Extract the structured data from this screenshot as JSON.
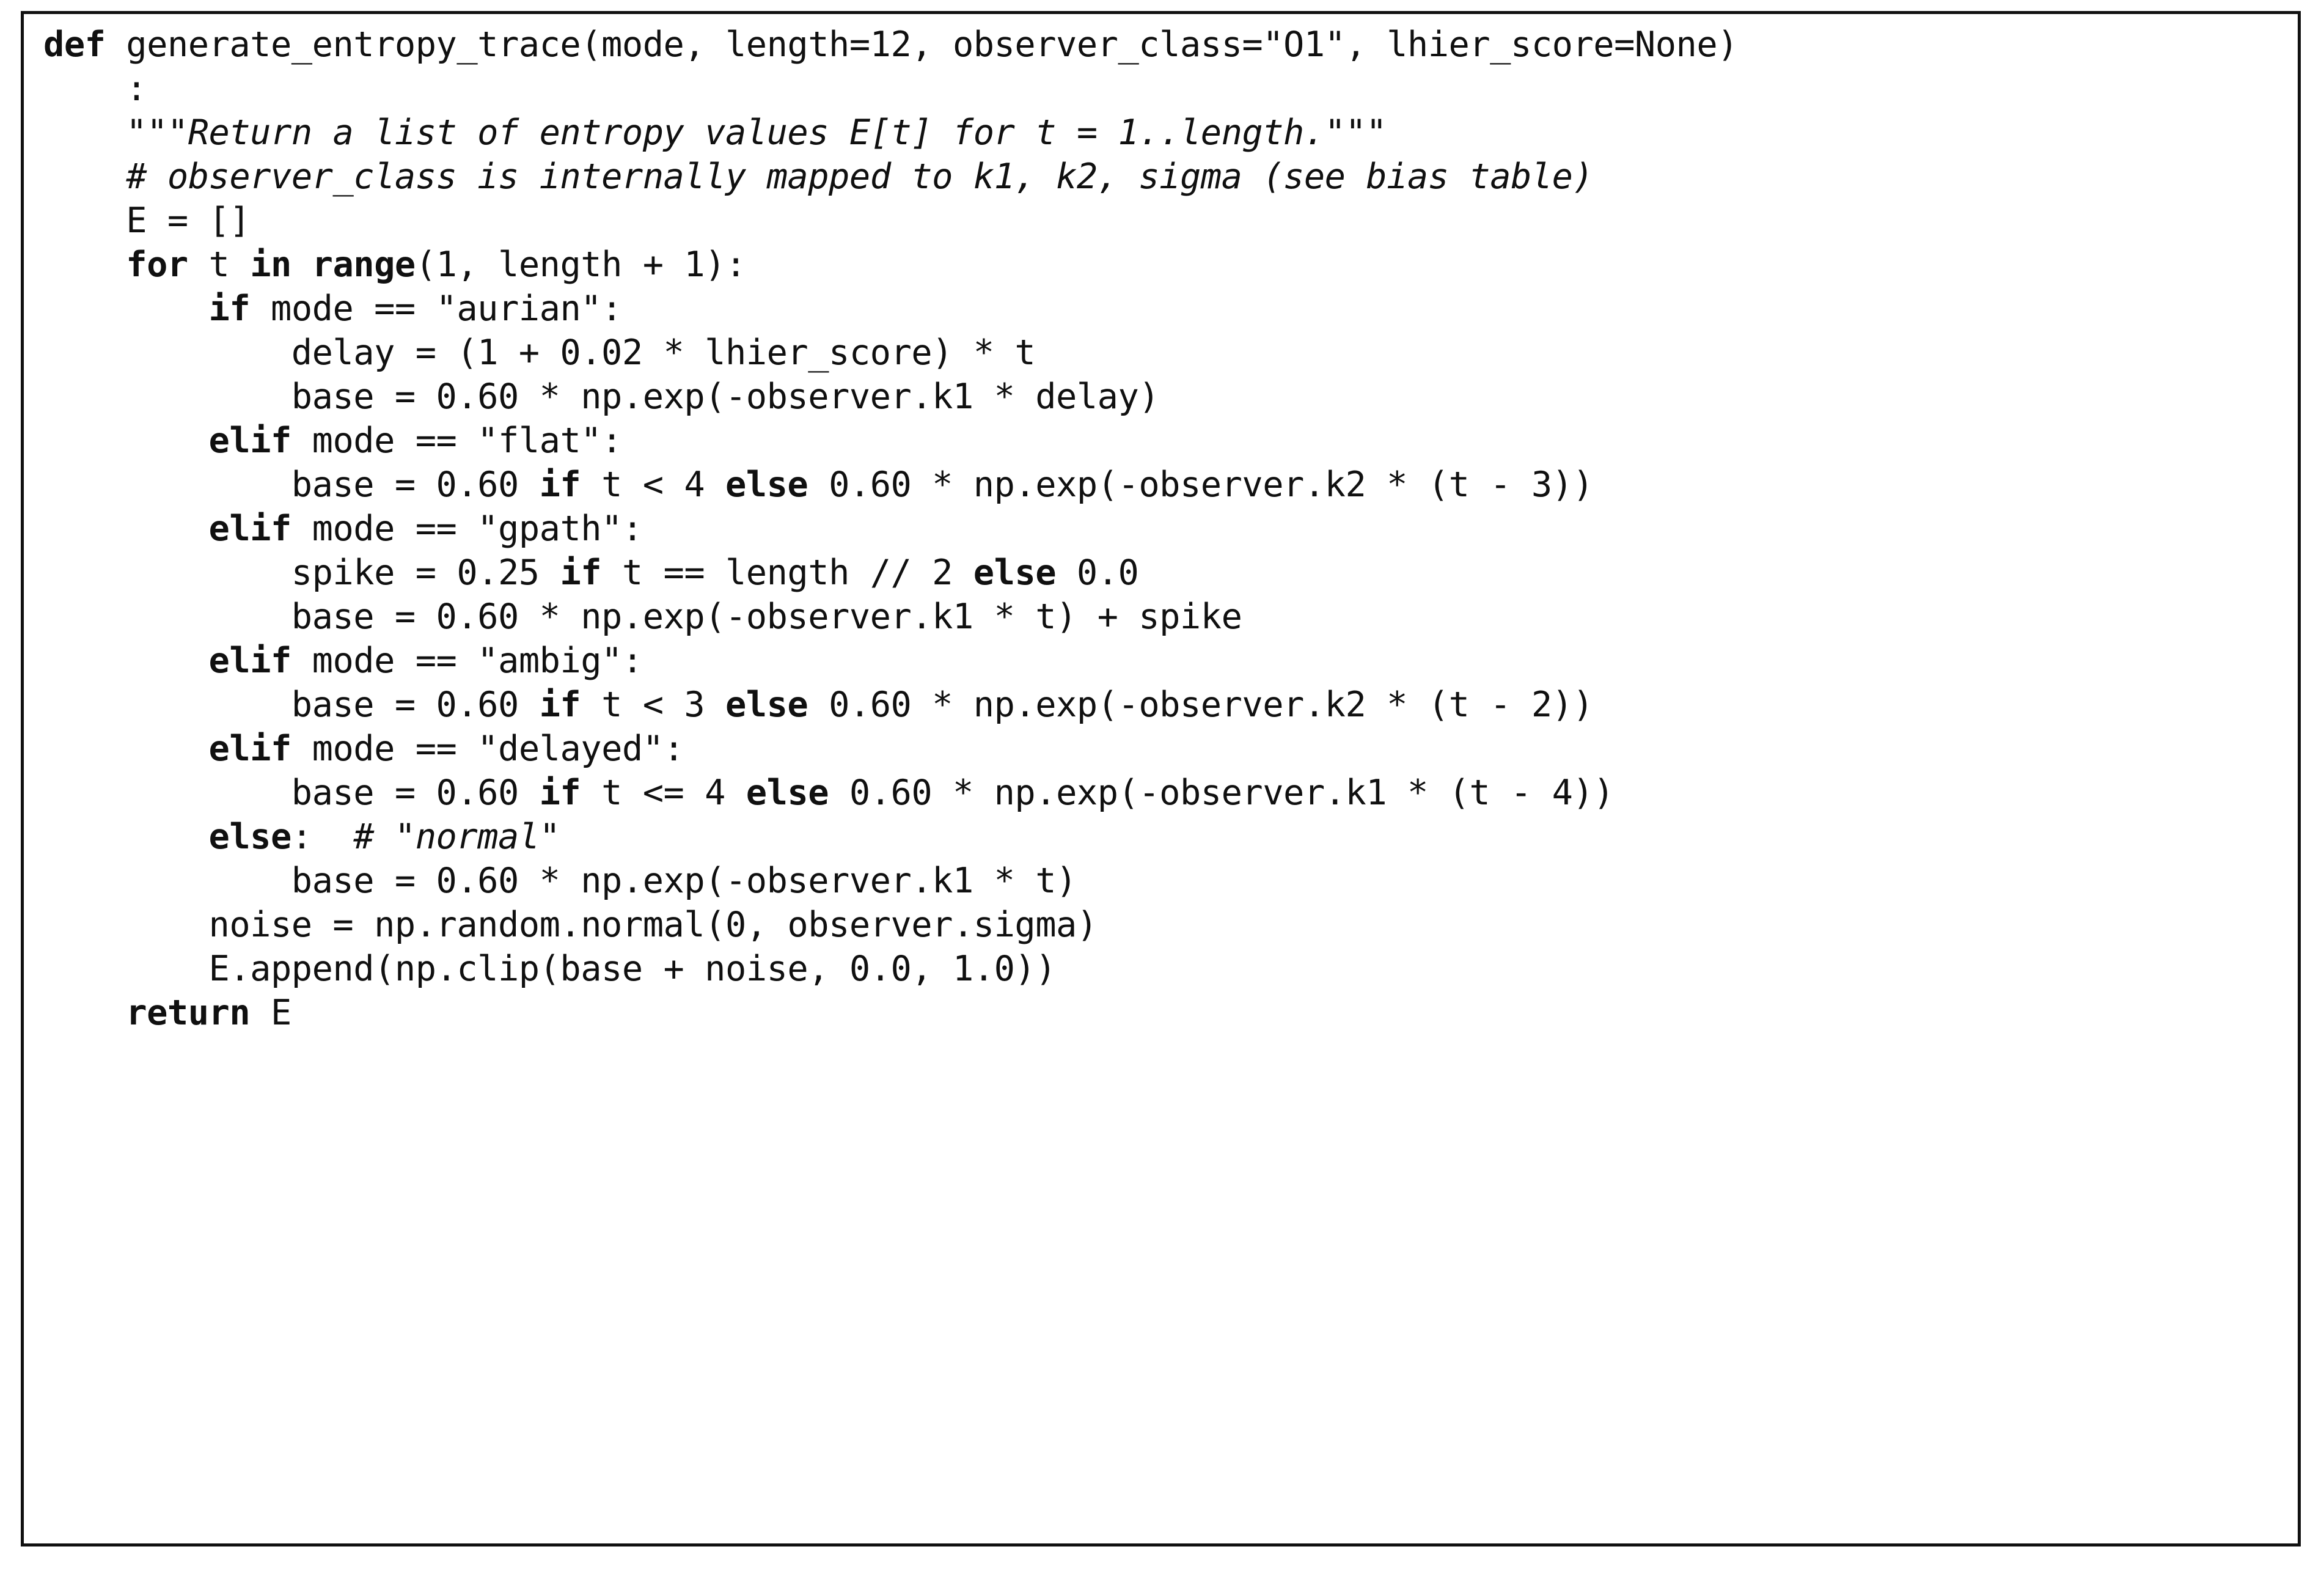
{
  "listing": {
    "language": "python",
    "function_name": "generate_entropy_trace",
    "border_color": "#111111",
    "background_color": "#ffffff",
    "text_color": "#101010",
    "lines": [
      {
        "n": 1,
        "tokens": [
          {
            "t": "def",
            "s": "kw"
          },
          {
            "t": " generate_entropy_trace(mode, length=12, observer_class=\"O1\", lhier_score=None)",
            "s": "pl"
          }
        ]
      },
      {
        "n": 2,
        "tokens": [
          {
            "t": "    :",
            "s": "pl"
          }
        ]
      },
      {
        "n": 3,
        "tokens": [
          {
            "t": "    ",
            "s": "pl"
          },
          {
            "t": "\"\"\"Return a list of entropy values E[t] for t = 1..length.\"\"\"",
            "s": "st"
          }
        ]
      },
      {
        "n": 4,
        "tokens": [
          {
            "t": "    ",
            "s": "pl"
          },
          {
            "t": "# observer_class is internally mapped to k1, k2, sigma (see bias table)",
            "s": "cm"
          }
        ]
      },
      {
        "n": 5,
        "tokens": [
          {
            "t": "    E = []",
            "s": "pl"
          }
        ]
      },
      {
        "n": 6,
        "tokens": [
          {
            "t": "    ",
            "s": "pl"
          },
          {
            "t": "for",
            "s": "kw"
          },
          {
            "t": " t ",
            "s": "pl"
          },
          {
            "t": "in",
            "s": "kw"
          },
          {
            "t": " ",
            "s": "pl"
          },
          {
            "t": "range",
            "s": "kw"
          },
          {
            "t": "(1, length + 1):",
            "s": "pl"
          }
        ]
      },
      {
        "n": 7,
        "tokens": [
          {
            "t": "        ",
            "s": "pl"
          },
          {
            "t": "if",
            "s": "kw"
          },
          {
            "t": " mode == \"aurian\":",
            "s": "pl"
          }
        ]
      },
      {
        "n": 8,
        "tokens": [
          {
            "t": "            delay = (1 + 0.02 * lhier_score) * t",
            "s": "pl"
          }
        ]
      },
      {
        "n": 9,
        "tokens": [
          {
            "t": "            base = 0.60 * np.exp(-observer.k1 * delay)",
            "s": "pl"
          }
        ]
      },
      {
        "n": 10,
        "tokens": [
          {
            "t": "        ",
            "s": "pl"
          },
          {
            "t": "elif",
            "s": "kw"
          },
          {
            "t": " mode == \"flat\":",
            "s": "pl"
          }
        ]
      },
      {
        "n": 11,
        "tokens": [
          {
            "t": "            base = 0.60 ",
            "s": "pl"
          },
          {
            "t": "if",
            "s": "kw"
          },
          {
            "t": " t < 4 ",
            "s": "pl"
          },
          {
            "t": "else",
            "s": "kw"
          },
          {
            "t": " 0.60 * np.exp(-observer.k2 * (t - 3))",
            "s": "pl"
          }
        ]
      },
      {
        "n": 12,
        "tokens": [
          {
            "t": "        ",
            "s": "pl"
          },
          {
            "t": "elif",
            "s": "kw"
          },
          {
            "t": " mode == \"gpath\":",
            "s": "pl"
          }
        ]
      },
      {
        "n": 13,
        "tokens": [
          {
            "t": "            spike = 0.25 ",
            "s": "pl"
          },
          {
            "t": "if",
            "s": "kw"
          },
          {
            "t": " t == length // 2 ",
            "s": "pl"
          },
          {
            "t": "else",
            "s": "kw"
          },
          {
            "t": " 0.0",
            "s": "pl"
          }
        ]
      },
      {
        "n": 14,
        "tokens": [
          {
            "t": "            base = 0.60 * np.exp(-observer.k1 * t) + spike",
            "s": "pl"
          }
        ]
      },
      {
        "n": 15,
        "tokens": [
          {
            "t": "        ",
            "s": "pl"
          },
          {
            "t": "elif",
            "s": "kw"
          },
          {
            "t": " mode == \"ambig\":",
            "s": "pl"
          }
        ]
      },
      {
        "n": 16,
        "tokens": [
          {
            "t": "            base = 0.60 ",
            "s": "pl"
          },
          {
            "t": "if",
            "s": "kw"
          },
          {
            "t": " t < 3 ",
            "s": "pl"
          },
          {
            "t": "else",
            "s": "kw"
          },
          {
            "t": " 0.60 * np.exp(-observer.k2 * (t - 2))",
            "s": "pl"
          }
        ]
      },
      {
        "n": 17,
        "tokens": [
          {
            "t": "        ",
            "s": "pl"
          },
          {
            "t": "elif",
            "s": "kw"
          },
          {
            "t": " mode == \"delayed\":",
            "s": "pl"
          }
        ]
      },
      {
        "n": 18,
        "tokens": [
          {
            "t": "            base = 0.60 ",
            "s": "pl"
          },
          {
            "t": "if",
            "s": "kw"
          },
          {
            "t": " t <= 4 ",
            "s": "pl"
          },
          {
            "t": "else",
            "s": "kw"
          },
          {
            "t": " 0.60 * np.exp(-observer.k1 * (t - 4))",
            "s": "pl"
          }
        ]
      },
      {
        "n": 19,
        "tokens": [
          {
            "t": "        ",
            "s": "pl"
          },
          {
            "t": "else",
            "s": "kw"
          },
          {
            "t": ":  ",
            "s": "pl"
          },
          {
            "t": "# \"normal\"",
            "s": "cm"
          }
        ]
      },
      {
        "n": 20,
        "tokens": [
          {
            "t": "            base = 0.60 * np.exp(-observer.k1 * t)",
            "s": "pl"
          }
        ]
      },
      {
        "n": 21,
        "tokens": [
          {
            "t": "        noise = np.random.normal(0, observer.sigma)",
            "s": "pl"
          }
        ]
      },
      {
        "n": 22,
        "tokens": [
          {
            "t": "        E.append(np.clip(base + noise, 0.0, 1.0))",
            "s": "pl"
          }
        ]
      },
      {
        "n": 23,
        "tokens": [
          {
            "t": "    ",
            "s": "pl"
          },
          {
            "t": "return",
            "s": "kw"
          },
          {
            "t": " E",
            "s": "pl"
          }
        ]
      }
    ]
  }
}
